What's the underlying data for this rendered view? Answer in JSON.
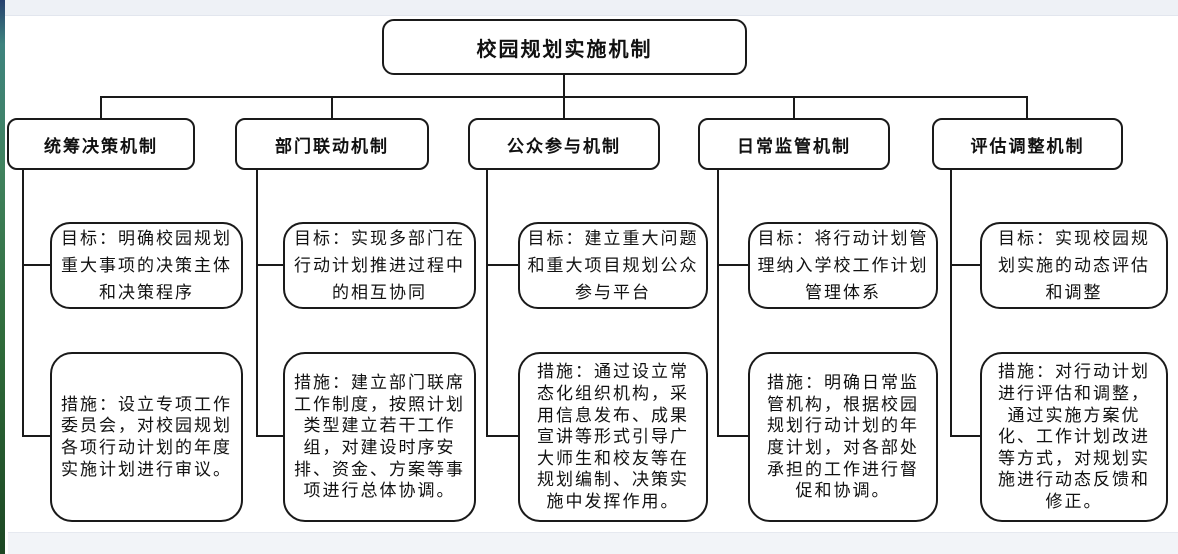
{
  "root": {
    "title": "校园规划实施机制"
  },
  "branches": [
    {
      "title": "统筹决策机制",
      "goal": "目标：明确校园规划重大事项的决策主体和决策程序",
      "measures": "措施：设立专项工作委员会，对校园规划各项行动计划的年度实施计划进行审议。"
    },
    {
      "title": "部门联动机制",
      "goal": "目标：实现多部门在行动计划推进过程中的相互协同",
      "measures": "措施：建立部门联席工作制度，按照计划类型建立若干工作组，对建设时序安排、资金、方案等事项进行总体协调。"
    },
    {
      "title": "公众参与机制",
      "goal": "目标：建立重大问题和重大项目规划公众参与平台",
      "measures": "措施：通过设立常态化组织机构，采用信息发布、成果宣讲等形式引导广大师生和校友等在规划编制、决策实施中发挥作用。"
    },
    {
      "title": "日常监管机制",
      "goal": "目标：将行动计划管理纳入学校工作计划管理体系",
      "measures": "措施：明确日常监管机构，根据校园规划行动计划的年度计划，对各部处承担的工作进行督促和协调。"
    },
    {
      "title": "评估调整机制",
      "goal": "目标：实现校园规划实施的动态评估和调整",
      "measures": "措施：对行动计划进行评估和调整，通过实施方案优化、工作计划改进等方式，对规划实施进行动态反馈和修正。"
    }
  ],
  "appearance": {
    "line_color": "#1a1a1a",
    "page_background": "#ffffff",
    "edge_strip_top_color": "#eef1f6",
    "edge_strip_bottom_color": "#f2f4f8"
  }
}
